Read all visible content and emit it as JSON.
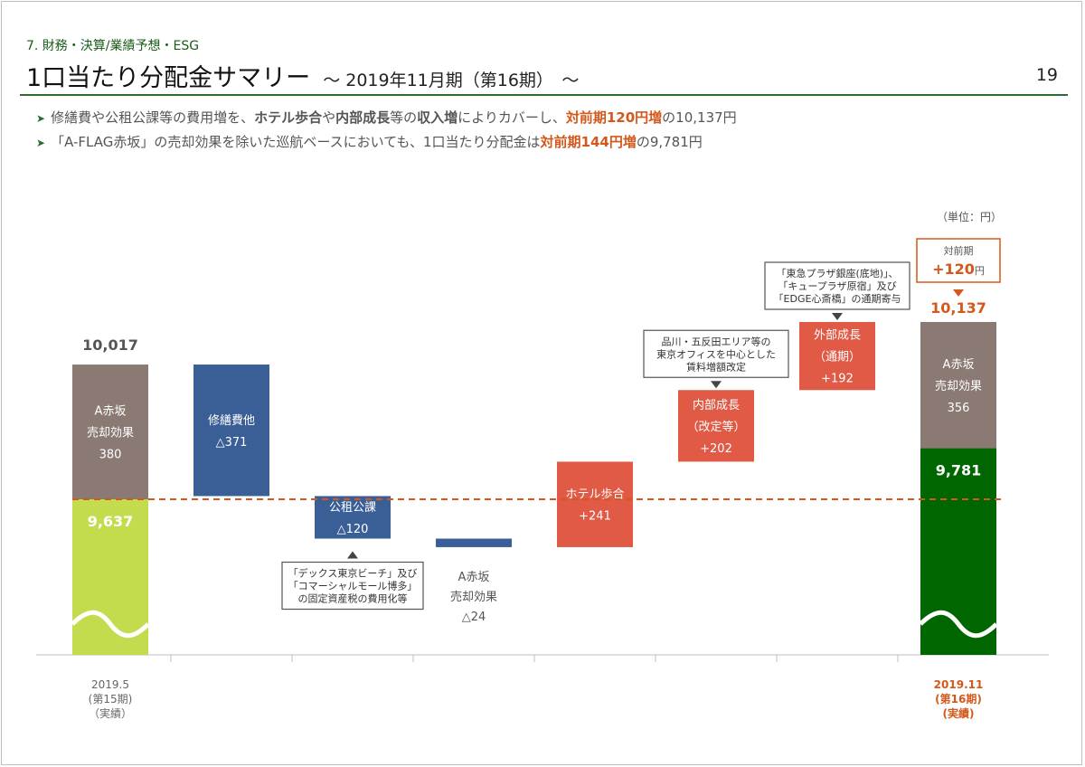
{
  "header": {
    "section": "7. 財務・決算/業績予想・ESG",
    "title": "1口当たり分配金サマリー",
    "subtitle": "～ 2019年11月期（第16期）　～",
    "page_number": "19"
  },
  "bullets": [
    {
      "segments": [
        {
          "text": "修繕費や公租公課等の費用増を、",
          "style": "normal"
        },
        {
          "text": "ホテル歩合",
          "style": "bold"
        },
        {
          "text": "や",
          "style": "normal"
        },
        {
          "text": "内部成長",
          "style": "bold"
        },
        {
          "text": "等の",
          "style": "normal"
        },
        {
          "text": "収入増",
          "style": "bold"
        },
        {
          "text": "によりカバーし、",
          "style": "normal"
        },
        {
          "text": "対前期120円増",
          "style": "highlight"
        },
        {
          "text": "の10,137円",
          "style": "normal"
        }
      ]
    },
    {
      "segments": [
        {
          "text": "「A-FLAG赤坂」の売却効果を除いた巡航ベースにおいても、1口当たり分配金は",
          "style": "normal"
        },
        {
          "text": "対前期144円増",
          "style": "highlight"
        },
        {
          "text": "の9,781円",
          "style": "normal"
        }
      ]
    }
  ],
  "colors": {
    "green_dark": "#2e6b2e",
    "orange": "#d4581b",
    "lime": "#c3dc4e",
    "taupe": "#8b7a74",
    "blue": "#3a5f96",
    "red": "#e05a46",
    "dark_green_bar": "#006600"
  },
  "chart_data": {
    "type": "bar",
    "unit_label": "（単位：円）",
    "baseline_value": 9637,
    "start_bar": {
      "total": 10017,
      "total_label": "10,017",
      "base": 9637,
      "base_label": "9,637",
      "segment_lines": [
        "A赤坂",
        "売却効果",
        "380"
      ],
      "segment_value": 380,
      "x_label_lines": [
        "2019.5",
        "(第15期)",
        "（実績）"
      ]
    },
    "steps": [
      {
        "lines": [
          "修繕費他",
          "△371"
        ],
        "delta": -371,
        "label_position": "inside"
      },
      {
        "lines": [
          "公租公課",
          "△120"
        ],
        "delta": -120,
        "label_position": "inside",
        "callout_lines": [
          "「デックス東京ビーチ」及び",
          "「コマーシャルモール博多」",
          "の固定資産税の費用化等"
        ]
      },
      {
        "lines": [
          "A赤坂",
          "売却効果",
          "△24"
        ],
        "delta": -24,
        "label_position": "below"
      },
      {
        "lines": [
          "ホテル歩合",
          "+241"
        ],
        "delta": 241,
        "label_position": "inside"
      },
      {
        "lines": [
          "内部成長",
          "（改定等）",
          "+202"
        ],
        "delta": 202,
        "label_position": "inside",
        "callout_lines": [
          "品川・五反田エリア等の",
          "東京オフィスを中心とした",
          "賃料増額改定"
        ]
      },
      {
        "lines": [
          "外部成長",
          "（通期）",
          "+192"
        ],
        "delta": 192,
        "label_position": "inside",
        "callout_lines": [
          "「東急プラザ銀座(底地)」、",
          "「キュープラザ原宿」及び",
          "「EDGE心斎橋」の通期寄与"
        ]
      }
    ],
    "end_bar": {
      "total": 10137,
      "total_label": "10,137",
      "base": 9781,
      "base_label": "9,781",
      "segment_lines": [
        "A赤坂",
        "売却効果",
        "356"
      ],
      "segment_value": 356,
      "x_label_lines": [
        "2019.11",
        "(第16期)",
        "(実績)"
      ],
      "change_box_lines": [
        "対前期",
        "+120"
      ],
      "change_box_suffix": "円"
    }
  }
}
